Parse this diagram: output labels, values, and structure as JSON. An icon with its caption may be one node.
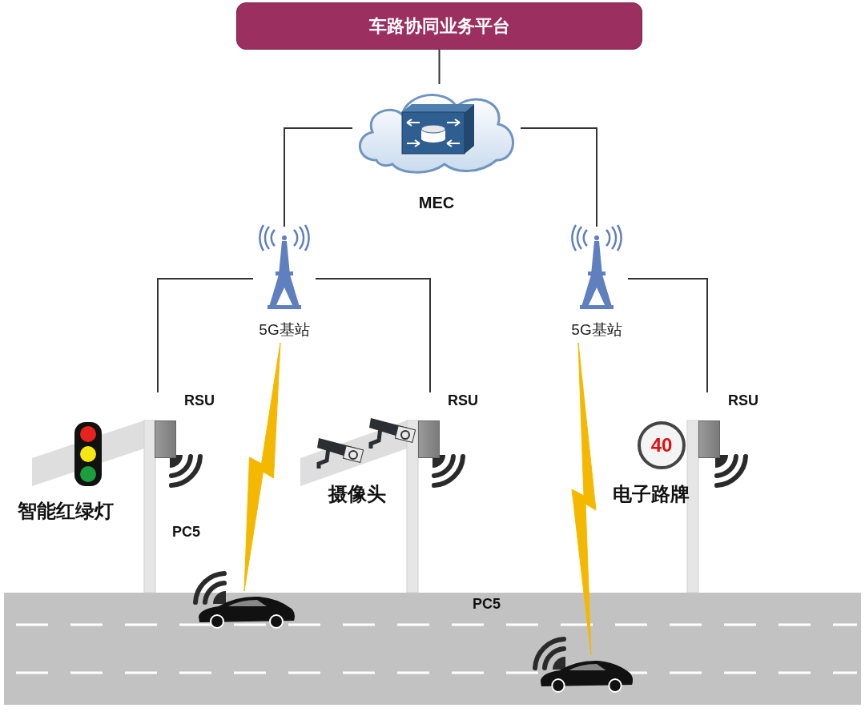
{
  "diagram": {
    "nodes": [
      {
        "text": [
          "车路协同业务平台"
        ]
      },
      {
        "text": [
          "MEC"
        ]
      },
      {
        "text": [
          "5G基站"
        ]
      },
      {
        "text": [
          "5G基站"
        ]
      },
      {
        "text": [
          "RSU"
        ]
      },
      {
        "text": [
          "RSU"
        ]
      },
      {
        "text": [
          "RSU"
        ]
      },
      {
        "text": [],
        "shape": "picture"
      },
      {
        "text": [],
        "shape": "picture"
      }
    ],
    "edges": [
      {
        "from": 0,
        "to": 1,
        "arrow": "none"
      },
      {
        "from": 1,
        "to": 2,
        "arrow": "none"
      },
      {
        "from": 1,
        "to": 3,
        "arrow": "none"
      },
      {
        "from": 2,
        "to": 4,
        "arrow": "none"
      },
      {
        "from": 2,
        "to": 5,
        "arrow": "none"
      },
      {
        "from": 3,
        "to": 6,
        "arrow": "none"
      },
      {
        "from": 2,
        "to": 7,
        "arrow": "none",
        "style": "thick",
        "color": "#f5b800"
      },
      {
        "from": 3,
        "to": 8,
        "arrow": "none",
        "style": "thick",
        "color": "#f5b800"
      }
    ],
    "labels": [
      "智能红绿灯",
      "PC5",
      "摄像头",
      "40",
      "电子路牌",
      "PC5"
    ]
  }
}
